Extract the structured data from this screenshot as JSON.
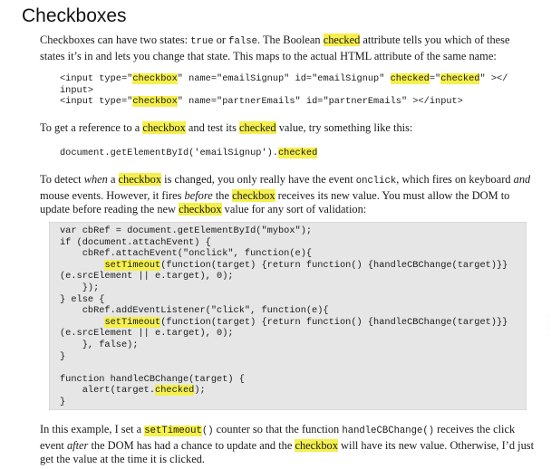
{
  "title": "Checkboxes",
  "para1": [
    {
      "t": "Checkboxes can have two states: "
    },
    {
      "t": "true",
      "mono": true
    },
    {
      "t": " or "
    },
    {
      "t": "false",
      "mono": true
    },
    {
      "t": ". The Boolean "
    },
    {
      "t": "checked",
      "hl": true
    },
    {
      "t": " attribute tells you which of these states it’s in and lets you change that state. This maps to the actual HTML attribute of the same name:"
    }
  ],
  "code1": [
    [
      {
        "t": "<input type=\""
      },
      {
        "t": "checkbox",
        "hl": true
      },
      {
        "t": "\" name=\"emailSignup\" id=\"emailSignup\" "
      },
      {
        "t": "checked",
        "hl": true
      },
      {
        "t": "=\""
      },
      {
        "t": "checked",
        "hl": true
      },
      {
        "t": "\" ></"
      }
    ],
    [
      {
        "t": "input>"
      }
    ],
    [
      {
        "t": "<input type=\""
      },
      {
        "t": "checkbox",
        "hl": true
      },
      {
        "t": "\" name=\"partnerEmails\" id=\"partnerEmails\" ></input>"
      }
    ]
  ],
  "para2": [
    {
      "t": "To get a reference to a "
    },
    {
      "t": "checkbox",
      "hl": true
    },
    {
      "t": " and test its "
    },
    {
      "t": "checked",
      "hl": true
    },
    {
      "t": " value, try something like this:"
    }
  ],
  "code2": [
    [
      {
        "t": "document.getElementById('emailSignup')."
      },
      {
        "t": "checked",
        "hl": true
      }
    ]
  ],
  "para3": [
    {
      "t": "To detect "
    },
    {
      "t": "when",
      "em": true
    },
    {
      "t": " a "
    },
    {
      "t": "checkbox",
      "hl": true
    },
    {
      "t": " is changed, you only really have the event "
    },
    {
      "t": "onclick",
      "mono": true
    },
    {
      "t": ", which fires on keyboard "
    },
    {
      "t": "and",
      "em": true
    },
    {
      "t": " mouse events. However, it fires "
    },
    {
      "t": "before",
      "em": true
    },
    {
      "t": " the "
    },
    {
      "t": "checkbox",
      "hl": true
    },
    {
      "t": " receives its new value. You must allow the DOM to update before reading the new "
    },
    {
      "t": "checkbox",
      "hl": true
    },
    {
      "t": " value for any sort of validation:"
    }
  ],
  "code3": [
    [
      {
        "t": "var cbRef = document.getElementById(\"mybox\");"
      }
    ],
    [
      {
        "t": "if (document.attachEvent) {"
      }
    ],
    [
      {
        "t": "    cbRef.attachEvent(\"onclick\", function(e){"
      }
    ],
    [
      {
        "t": "        "
      },
      {
        "t": "setTimeout",
        "hl": true
      },
      {
        "t": "(function(target) {return function() {handleCBChange(target)}}"
      }
    ],
    [
      {
        "t": "(e.srcElement || e.target), 0);"
      }
    ],
    [
      {
        "t": "    });"
      }
    ],
    [
      {
        "t": "} else {"
      }
    ],
    [
      {
        "t": "    cbRef.addEventListener(\"click\", function(e){"
      }
    ],
    [
      {
        "t": "        "
      },
      {
        "t": "setTimeout",
        "hl": true
      },
      {
        "t": "(function(target) {return function() {handleCBChange(target)}}"
      }
    ],
    [
      {
        "t": "(e.srcElement || e.target), 0);"
      }
    ],
    [
      {
        "t": "    }, false);"
      }
    ],
    [
      {
        "t": "}"
      }
    ],
    [
      {
        "t": ""
      }
    ],
    [
      {
        "t": "function handleCBChange(target) {"
      }
    ],
    [
      {
        "t": "    alert(target."
      },
      {
        "t": "checked",
        "hl": true
      },
      {
        "t": ");"
      }
    ],
    [
      {
        "t": "}"
      }
    ]
  ],
  "para4": [
    {
      "t": "In this example, I set a "
    },
    {
      "t": "setTimeout",
      "hl": true,
      "mono": true
    },
    {
      "t": "()",
      "mono": true
    },
    {
      "t": " counter so that the function "
    },
    {
      "t": "handleCBChange()",
      "mono": true
    },
    {
      "t": " receives the click event "
    },
    {
      "t": "after",
      "em": true
    },
    {
      "t": " the DOM has had a chance to update and the "
    },
    {
      "t": "checkbox",
      "hl": true
    },
    {
      "t": " will have its new value. Otherwise, I’d just get the value at the time it is clicked."
    }
  ]
}
